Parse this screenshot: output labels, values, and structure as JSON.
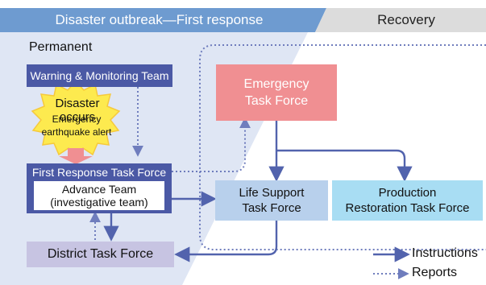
{
  "header": {
    "phase1": "Disaster outbreak—First response",
    "phase2": "Recovery"
  },
  "permanent_label": "Permanent",
  "boxes": {
    "warning": "Warning & Monitoring Team",
    "emergency": [
      "Emergency",
      "Task Force"
    ],
    "first_response": "First Response Task Force",
    "advance": [
      "Advance Team",
      "(investigative team)"
    ],
    "life_support": [
      "Life Support",
      "Task Force"
    ],
    "production": [
      "Production",
      "Restoration Task Force"
    ],
    "district": "District Task Force"
  },
  "burst": {
    "title": "Disaster occurs",
    "lines": [
      "Emergency",
      "earthquake alert"
    ]
  },
  "legend": {
    "instructions": "Instructions",
    "reports": "Reports"
  },
  "colors": {
    "header_blue": "#6e9bd0",
    "header_gray": "#dcdcdc",
    "panel_blue": "#dfe6f4",
    "navy_box": "#4b59a5",
    "emergency_pink": "#f08f92",
    "pale_blue": "#b8d0ec",
    "cyan": "#a8ddf3",
    "lavender": "#c7c4e2",
    "arrow": "#5263ad",
    "dotted": "#6f7dbd"
  }
}
